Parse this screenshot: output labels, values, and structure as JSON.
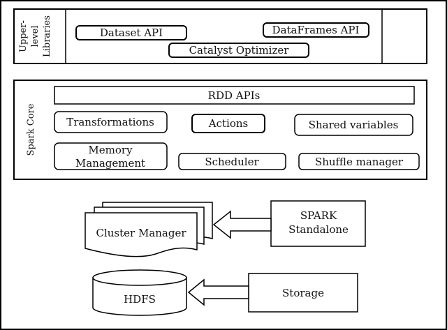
{
  "upper": {
    "side_label_line1": "Upper-",
    "side_label_line2": "level",
    "side_label_line3": "Libraries",
    "dataset_api": "Dataset API",
    "dataframes_api": "DataFrames API",
    "catalyst": "Catalyst Optimizer"
  },
  "core": {
    "side_label": "Spark Core",
    "rdd_apis": "RDD APIs",
    "transformations": "Transformations",
    "actions": "Actions",
    "shared_variables": "Shared variables",
    "memory_line1": "Memory",
    "memory_line2": "Management",
    "scheduler": "Scheduler",
    "shuffle_manager": "Shuffle manager"
  },
  "cluster": {
    "manager": "Cluster Manager",
    "standalone_line1": "SPARK",
    "standalone_line2": "Standalone"
  },
  "storage": {
    "hdfs": "HDFS",
    "label": "Storage"
  }
}
